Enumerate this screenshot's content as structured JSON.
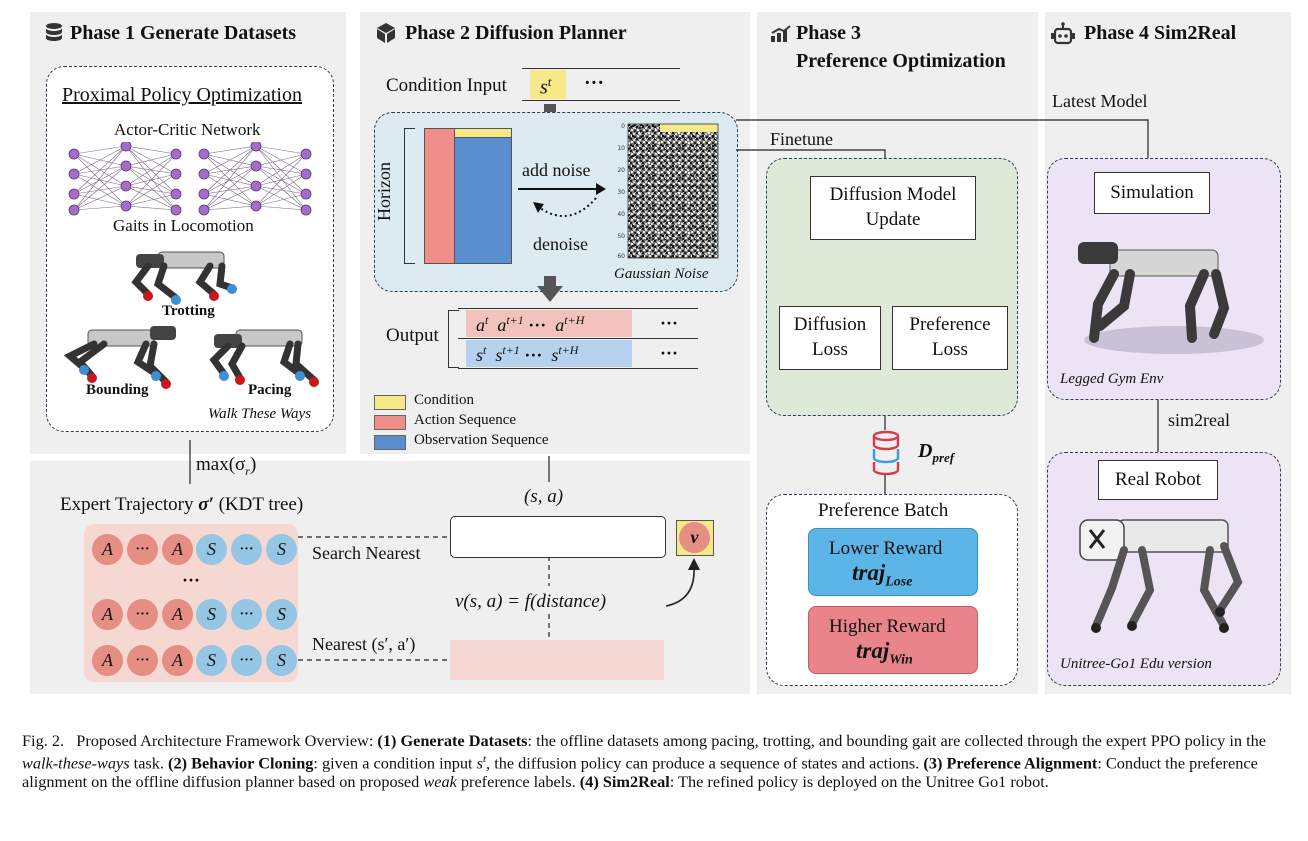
{
  "phases": {
    "p1": "Phase 1  Generate Datasets",
    "p2": "Phase 2 Diffusion Planner",
    "p3a": "Phase 3",
    "p3b": "Preference Optimization",
    "p4": "Phase 4  Sim2Real"
  },
  "phase1": {
    "ppo_title": "Proximal Policy Optimization",
    "actor_critic": "Actor-Critic Network",
    "gaits": "Gaits in Locomotion",
    "trotting": "Trotting",
    "bounding": "Bounding",
    "pacing": "Pacing",
    "walk": "Walk These Ways"
  },
  "phase2": {
    "cond_input": "Condition Input",
    "cond_s": "s",
    "cond_s_sup": "t",
    "dots": "···",
    "horizon": "Horizon",
    "add_noise": "add noise",
    "denoise": "denoise",
    "gaussian": "Gaussian Noise",
    "noise_ticks": [
      "0",
      "10",
      "20",
      "30",
      "40",
      "50",
      "60"
    ],
    "output": "Output",
    "out_a": "a",
    "out_a_sup": [
      "t",
      "t+1",
      "t+H"
    ],
    "out_s": "s",
    "out_s_sup": [
      "t",
      "t+1",
      "t+H"
    ],
    "legend": [
      "Condition",
      "Action Sequence",
      "Observation Sequence"
    ],
    "legend_colors": [
      "#f5e98a",
      "#ef8f87",
      "#5b8ecf"
    ]
  },
  "bottom": {
    "max": "max(σ",
    "max_sub": "r",
    "max_close": ")",
    "expert": "Expert Trajectory ",
    "expert_sym": "σ′",
    "expert_tail": " (KDT tree)",
    "sa": "(s, a)",
    "search": "Search Nearest",
    "nearest": "Nearest (s′, a′)",
    "vfun": "v(s, a) = f(distance)",
    "v": "v",
    "A": "A",
    "S": "S",
    "Ap": "A′",
    "Sp": "S′",
    "vdots": "···"
  },
  "phase3": {
    "finetune": "Finetune",
    "dmu": "Diffusion Model Update",
    "diff_loss": "Diffusion Loss",
    "pref_loss": "Preference Loss",
    "dpref": "D",
    "dpref_sub": "pref",
    "batch": "Preference Batch",
    "lower": "Lower Reward",
    "traj": "traj",
    "lose": "Lose",
    "higher": "Higher Reward",
    "win": "Win"
  },
  "phase4": {
    "latest": "Latest Model",
    "simulation": "Simulation",
    "legged": "Legged Gym Env",
    "sim2real": "sim2real",
    "real": "Real Robot",
    "unitree": "Unitree-Go1 Edu version"
  },
  "caption": {
    "fig": "Fig. 2.",
    "t1": "Proposed Architecture Framework Overview: ",
    "b1": "(1) Generate Datasets",
    "t2": ": the offline datasets among pacing, trotting, and bounding gait are collected through the expert PPO policy in the ",
    "i1": "walk-these-ways",
    "t3": " task. ",
    "b2": "(2) Behavior Cloning",
    "t4": ": given a condition input ",
    "i2": "s",
    "i2sup": "t",
    "t5": ", the diffusion policy can produce a sequence of states and actions. ",
    "b3": "(3) Preference Alignment",
    "t6": ": Conduct the preference alignment on the offline diffusion planner based on proposed ",
    "i3": "weak",
    "t7": " preference labels. ",
    "b4": "(4) Sim2Real",
    "t8": ": The refined policy is deployed on the Unitree Go1 robot."
  },
  "colors": {
    "panel": "#efefef",
    "blue_panel": "#dcebf2",
    "green_panel": "#dcead7",
    "purple_panel": "#ece4f4",
    "pink_panel": "#f6d8d2",
    "lower": "#5bb5e6",
    "higher": "#e9858a"
  }
}
